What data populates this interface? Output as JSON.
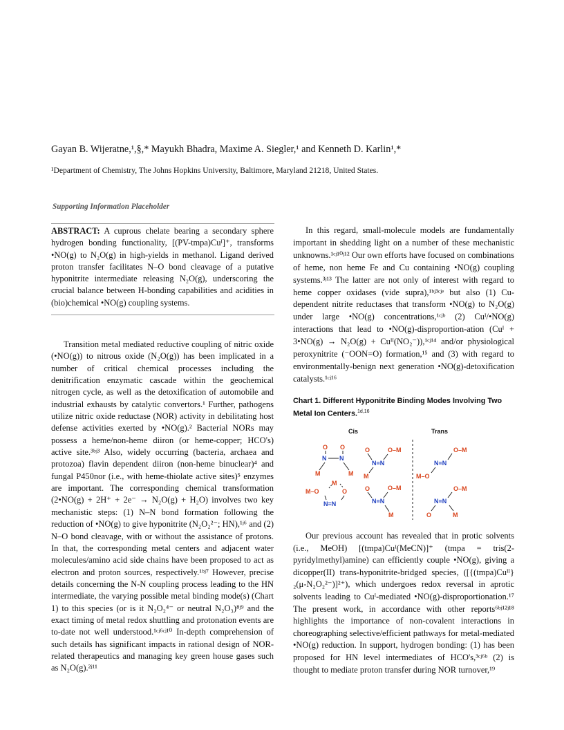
{
  "header": {
    "authors": "Gayan B. Wijeratne,¹,§,* Mayukh Bhadra, Maxime A. Siegler,¹ and Kenneth D. Karlin¹,*",
    "affiliation": "¹Department of Chemistry, The Johns Hopkins University, Baltimore, Maryland 21218, United States.",
    "supporting_info": "Supporting Information Placeholder"
  },
  "abstract": {
    "label": "ABSTRACT:",
    "text": " A cuprous chelate bearing a secondary sphere hydrogen bonding functionality, [(PV-tmpa)Cuᴵ]⁺, transforms •NO(g) to N₂O(g) in high-yields in methanol. Ligand derived proton transfer facilitates N–O bond cleavage of a putative hyponitrite intermediate releasing N₂O(g), underscoring the crucial balance between H-bonding capabilities and acidities in (bio)chemical •NO(g) coupling systems."
  },
  "left_body": {
    "paragraph": "Transition metal mediated reductive coupling of nitric oxide (•NO(g)) to nitrous oxide (N₂O(g)) has been implicated in a number of critical chemical processes including the denitrification enzymatic cascade within the geochemical nitrogen cycle, as well as the detoxification of automobile and industrial exhausts by catalytic convertors.¹ Further, pathogens utilize nitric oxide reductase (NOR) activity in debilitating host defense activities exerted by •NO(g).² Bacterial NORs may possess a heme/non-heme diiron (or heme-copper; HCO's) active site.³ᵇʲ³ Also, widely occurring (bacteria, archaea and protozoa) flavin dependent diiron (non-heme binuclear)⁴ and fungal P450nor (i.e., with heme-thiolate active sites)⁵ enzymes are important. The corresponding chemical transformation (2•NO(g) + 2H⁺ + 2e⁻ → N₂O(g) + H₂O) involves two key mechanistic steps: (1) N–N bond formation following the reduction of •NO(g) to give hyponitrite (N₂O₂²⁻; HN),¹ʲ⁶ and (2) N–O bond cleavage, with or without the assistance of protons. In that, the corresponding metal centers and adjacent water molecules/amino acid side chains have been proposed to act as electron and proton sources, respectively.¹ᵇʲ⁷ However, precise details concerning the N-N coupling process leading to the HN intermediate, the varying possible metal binding mode(s) (Chart 1) to this species (or is it N₂O₂⁴⁻ or neutral N₂O₃)⁸ʲ⁹ and the exact timing of metal redox shuttling and protonation events are to-date not well understood.¹ᶜʲ⁶ᶜʲ¹⁰ In-depth comprehension of such details has significant impacts in rational design of NOR-related therapeutics and managing key green house gases such as N₂O(g).²ʲ¹¹"
  },
  "right_top": {
    "paragraph": "In this regard, small-molecule models are fundamentally important in shedding light on a number of these mechanistic unknowns.¹ᶜʲ¹⁰ʲ¹² Our own efforts have focused on combinations of heme, non heme Fe and Cu containing •NO(g) coupling systems.³ʲ¹³ The latter are not only of interest with regard to heme copper oxidases (vide supra),¹ᵇʲ³ᶜʲᵉ but also (1) Cu-dependent nitrite reductases that transform •NO(g) to N₂O(g) under large •NO(g) concentrations,¹ᶜʲᵇ (2) Cuᴵ/•NO(g) interactions that lead to •NO(g)-disproportion-ation (Cuᴵ + 3•NO(g) → N₂O(g) + Cuᴵᴵ(NO₂⁻)),¹ᶜʲ¹⁴ and/or physiological peroxynitrite (⁻OON=O) formation,¹⁵ and (3) with regard to environmentally-benign next generation •NO(g)-detoxification catalysts.¹ᶜʲ¹⁶"
  },
  "chart": {
    "title": "Chart 1. Different Hyponitrite Binding Modes Involving Two Metal Ion Centers.",
    "title_refs": "1d,16",
    "cis_label": "Cis",
    "trans_label": "Trans"
  },
  "right_bottom": {
    "paragraph": "Our previous account has revealed that in protic solvents (i.e., MeOH) [(tmpa)Cuᴵ(MeCN)]⁺ (tmpa = tris(2-pyridylmethyl)amine) can efficiently couple •NO(g), giving a dicopper(II) trans-hyponitrite-bridged species, ([{(tmpa)Cuᴵᴵ}₂(μ-N₂O₂²⁻)]²⁺), which undergoes redox reversal in aprotic solvents leading to Cuᴵ-mediated •NO(g)-disproportionation.¹⁷ The present work, in accordance with other reports⁶ᵇʲ¹²ʲ¹⁸ highlights the importance of non-covalent interactions in choreographing selective/efficient pathways for metal-mediated •NO(g) reduction. In support, hydrogen bonding: (1) has been proposed for HN level intermediates of HCO's,³ᶜʲ⁶ᵇ (2) is thought to mediate proton transfer during NOR turnover,¹⁹"
  },
  "colors": {
    "atom_red": "#d9441c",
    "bond": "#222222",
    "heading_gray": "#555555"
  }
}
